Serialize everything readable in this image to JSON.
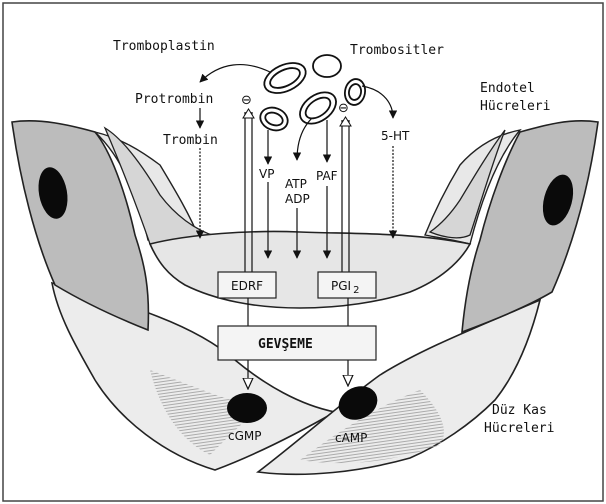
{
  "labels": {
    "tromboplastin": "Tromboplastin",
    "trombositler": "Trombositler",
    "protrombin": "Protrombin",
    "trombin": "Trombin",
    "endotel_line1": "Endotel",
    "endotel_line2": "Hücreleri",
    "vp": "VP",
    "atp": "ATP",
    "adp": "ADP",
    "paf": "PAF",
    "ht5": "5-HT",
    "inhibit_left": "⊖",
    "inhibit_right": "⊖",
    "edrf": "EDRF",
    "pgi2": "PGI",
    "pgi2_sub": "2",
    "gevseme": "GEVŞEME",
    "cgmp": "cGMP",
    "camp": "cAMP",
    "duzkas_line1": "Düz Kas",
    "duzkas_line2": "Hücreleri"
  },
  "colors": {
    "cell_fill": "#e4e4e4",
    "cell_dark": "#b5b5b5",
    "nucleus": "#0a0a0a",
    "stroke": "#222222",
    "box_fill": "#f4f4f4"
  }
}
